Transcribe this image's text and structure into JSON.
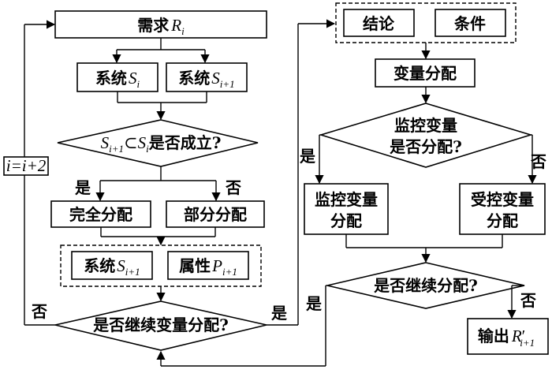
{
  "left": {
    "demand": {
      "text": "需求",
      "var": "R",
      "sub": "i"
    },
    "system_i": {
      "text": "系统",
      "var": "S",
      "sub": "i"
    },
    "system_i1": {
      "text": "系统",
      "var": "S",
      "sub": "i+1"
    },
    "decision1": {
      "s1": "S",
      "s1sub": "i+1",
      "subset": "⊂",
      "s2": "S",
      "s2sub": "i",
      "text": "是否成立?"
    },
    "yes": "是",
    "no": "否",
    "full_alloc": "完全分配",
    "partial_alloc": "部分分配",
    "out_system": {
      "text": "系统",
      "var": "S",
      "sub": "i+1"
    },
    "out_attr": {
      "text": "属性",
      "var": "P",
      "sub": "i+1"
    },
    "decision2": "是否继续变量分配?",
    "loop_label": "i=i+2",
    "loop_no": "否",
    "go_right_yes": "是"
  },
  "right": {
    "conclusion": "结论",
    "condition": "条件",
    "var_alloc": "变量分配",
    "decision_monitor": {
      "line1": "监控变量",
      "line2": "是否分配?"
    },
    "yes": "是",
    "no": "否",
    "monitor_alloc": {
      "line1": "监控变量",
      "line2": "分配"
    },
    "controlled_alloc": {
      "line1": "受控变量",
      "line2": "分配"
    },
    "decision_continue": "是否继续分配?",
    "continue_yes": "是",
    "continue_no": "否",
    "output": {
      "text": "输出",
      "var": "R",
      "prime": "′",
      "sub": "i+1"
    }
  }
}
